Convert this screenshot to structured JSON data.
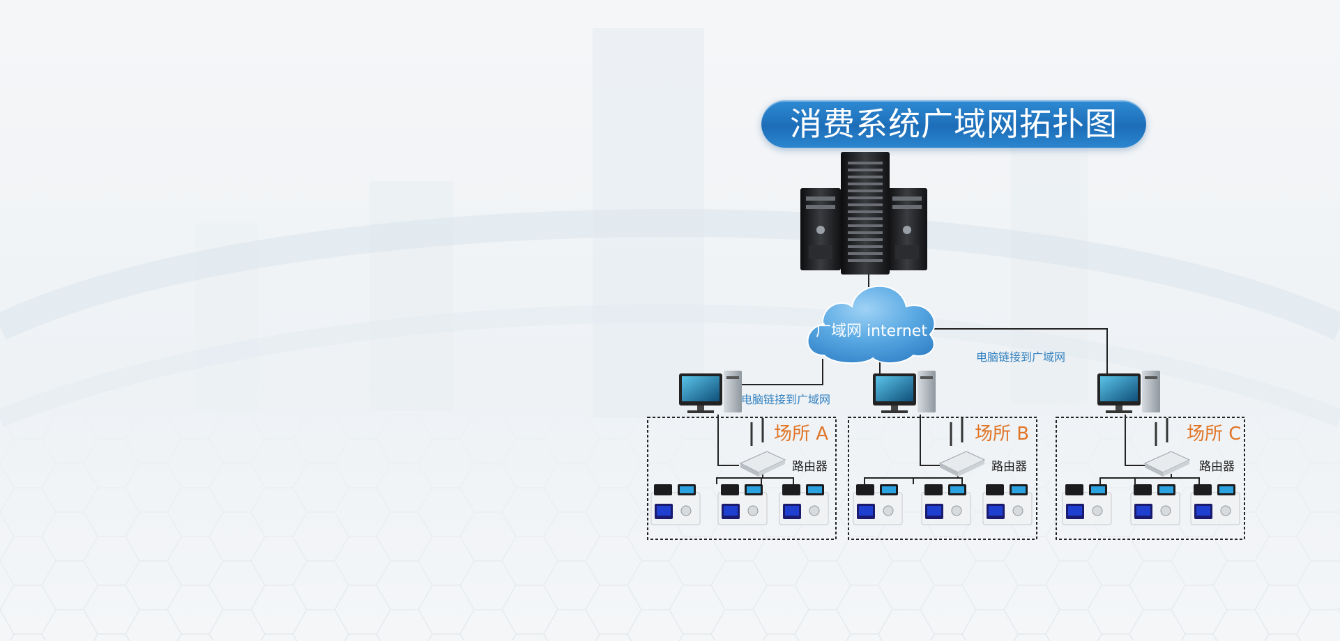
{
  "title": "消费系统广域网拓扑图",
  "cloud": {
    "label": "广域网 internet"
  },
  "links": {
    "left_label": "电脑链接到广域网",
    "right_label": "电脑链接到广域网"
  },
  "sites": [
    {
      "label": "场所 A",
      "router_label": "路由器"
    },
    {
      "label": "场所 B",
      "router_label": "路由器"
    },
    {
      "label": "场所 C",
      "router_label": "路由器"
    }
  ],
  "colors": {
    "title_blue": "#1d6db8",
    "cloud_blue": "#3d93d6",
    "link_text": "#2f7fbf",
    "site_orange": "#e07426"
  },
  "icons": [
    "server-rack-icon",
    "cloud-icon",
    "desktop-computer-icon",
    "wifi-router-icon",
    "pos-terminal-icon"
  ]
}
